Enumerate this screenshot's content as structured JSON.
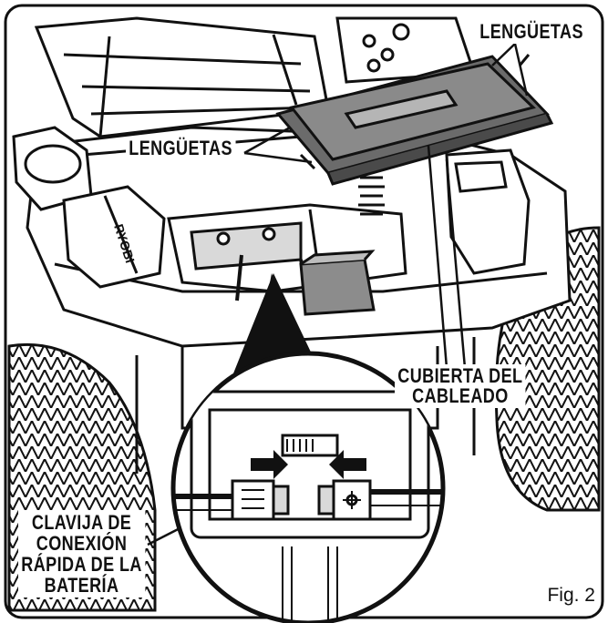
{
  "labels": {
    "tabs_top": "LENGÜETAS",
    "tabs_mid": "LENGÜETAS",
    "wiring_cover": [
      "CUBIERTA DEL",
      "CABLEADO"
    ],
    "battery_plug": [
      "CLAVIJA DE",
      "CONEXIÓN",
      "RÁPIDA DE LA",
      "BATERÍA"
    ]
  },
  "figure_number": "Fig. 2",
  "colors": {
    "line": "#111111",
    "cover_fill": "#6b6b6b",
    "light_gray": "#d9d9d9",
    "background": "#ffffff"
  }
}
